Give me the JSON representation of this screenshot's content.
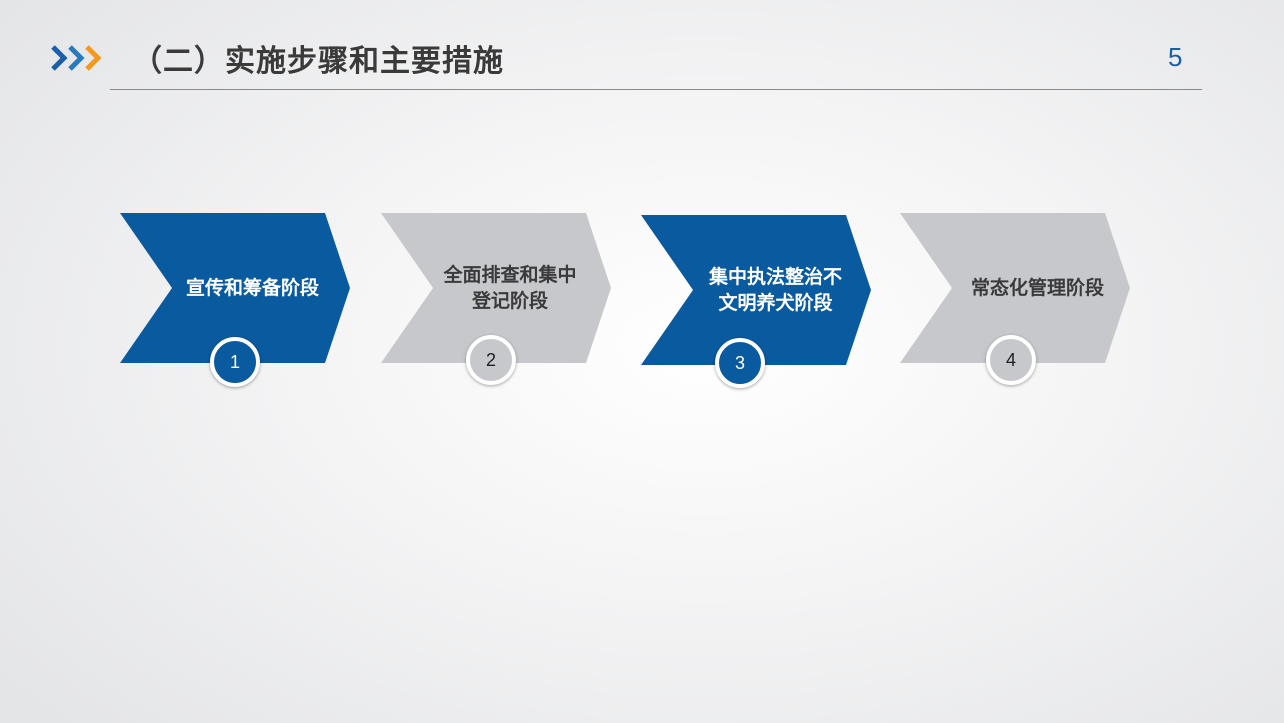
{
  "header": {
    "title": "（二）实施步骤和主要措施",
    "page_number": "5",
    "icon": "triple-chevron-right-icon",
    "icon_colors": [
      "#1a5fa8",
      "#2a7ac0",
      "#f39a1e"
    ]
  },
  "colors": {
    "blue": "#0a5aa0",
    "gray": "#c6c8cc"
  },
  "steps": [
    {
      "number": "1",
      "label": "宣传和筹备阶段",
      "style": "blue"
    },
    {
      "number": "2",
      "label": "全面排查和集中\n登记阶段",
      "style": "gray"
    },
    {
      "number": "3",
      "label": "集中执法整治不\n文明养犬阶段",
      "style": "blue"
    },
    {
      "number": "4",
      "label": "常态化管理阶段",
      "style": "gray"
    }
  ]
}
